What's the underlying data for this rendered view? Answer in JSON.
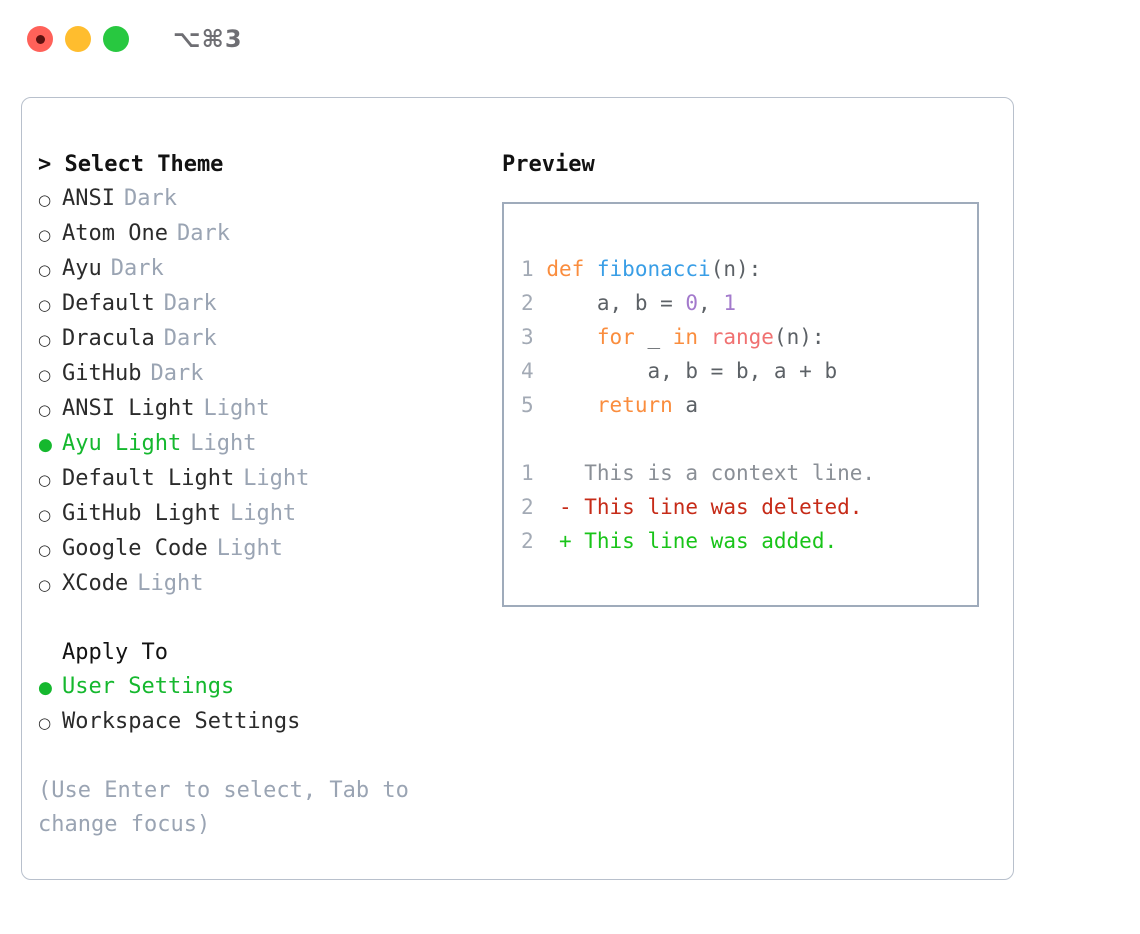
{
  "titlebar": {
    "shortcut": "⌥⌘3",
    "buttons": [
      "close",
      "minimize",
      "maximize"
    ]
  },
  "theme_section": {
    "title": "> Select Theme",
    "items": [
      {
        "marker": "○",
        "label": "ANSI",
        "variant": "Dark",
        "selected": false
      },
      {
        "marker": "○",
        "label": "Atom One",
        "variant": "Dark",
        "selected": false
      },
      {
        "marker": "○",
        "label": "Ayu",
        "variant": "Dark",
        "selected": false
      },
      {
        "marker": "○",
        "label": "Default",
        "variant": "Dark",
        "selected": false
      },
      {
        "marker": "○",
        "label": "Dracula",
        "variant": "Dark",
        "selected": false
      },
      {
        "marker": "○",
        "label": "GitHub",
        "variant": "Dark",
        "selected": false
      },
      {
        "marker": "○",
        "label": "ANSI Light",
        "variant": "Light",
        "selected": false
      },
      {
        "marker": "●",
        "label": "Ayu Light",
        "variant": "Light",
        "selected": true
      },
      {
        "marker": "○",
        "label": "Default Light",
        "variant": "Light",
        "selected": false
      },
      {
        "marker": "○",
        "label": "GitHub Light",
        "variant": "Light",
        "selected": false
      },
      {
        "marker": "○",
        "label": "Google Code",
        "variant": "Light",
        "selected": false
      },
      {
        "marker": "○",
        "label": "XCode",
        "variant": "Light",
        "selected": false
      }
    ]
  },
  "apply_to_section": {
    "title": "Apply To",
    "items": [
      {
        "marker": "●",
        "label": "User Settings",
        "selected": true
      },
      {
        "marker": "○",
        "label": "Workspace Settings",
        "selected": false
      }
    ]
  },
  "hint": "(Use Enter to select, Tab to change focus)",
  "preview": {
    "title": "Preview",
    "code_lines": [
      {
        "num": "1",
        "tokens": [
          {
            "t": "def ",
            "c": "kw"
          },
          {
            "t": "fibonacci",
            "c": "fn"
          },
          {
            "t": "(n):",
            "c": "txt"
          }
        ]
      },
      {
        "num": "2",
        "tokens": [
          {
            "t": "    a, b = ",
            "c": "txt"
          },
          {
            "t": "0",
            "c": "num"
          },
          {
            "t": ", ",
            "c": "txt"
          },
          {
            "t": "1",
            "c": "num"
          }
        ]
      },
      {
        "num": "3",
        "tokens": [
          {
            "t": "    ",
            "c": "txt"
          },
          {
            "t": "for",
            "c": "kw"
          },
          {
            "t": " _ ",
            "c": "txt"
          },
          {
            "t": "in",
            "c": "kw"
          },
          {
            "t": " ",
            "c": "txt"
          },
          {
            "t": "range",
            "c": "call"
          },
          {
            "t": "(n):",
            "c": "txt"
          }
        ]
      },
      {
        "num": "4",
        "tokens": [
          {
            "t": "        a, b = b, a + b",
            "c": "txt"
          }
        ]
      },
      {
        "num": "5",
        "tokens": [
          {
            "t": "    ",
            "c": "txt"
          },
          {
            "t": "return",
            "c": "kw"
          },
          {
            "t": " a",
            "c": "txt"
          }
        ]
      }
    ],
    "diff_lines": [
      {
        "num": "1",
        "marker": " ",
        "text": " This is a context line.",
        "kind": "ctx"
      },
      {
        "num": "2",
        "marker": "-",
        "text": " This line was deleted.",
        "kind": "del"
      },
      {
        "num": "2",
        "marker": "+",
        "text": " This line was added.",
        "kind": "add"
      }
    ]
  },
  "colors": {
    "selected_green": "#15b82e",
    "muted_gray": "#9aa4b3",
    "keyword_orange": "#fa8d3e",
    "function_blue": "#399ee6",
    "number_purple": "#a37acc",
    "call_salmon": "#f07171",
    "diff_deleted": "#c62b18",
    "diff_added": "#19c419",
    "border": "#b8c0cc",
    "traffic_red": "#ff6159",
    "traffic_yellow": "#ffbd2e",
    "traffic_green": "#28c840"
  }
}
